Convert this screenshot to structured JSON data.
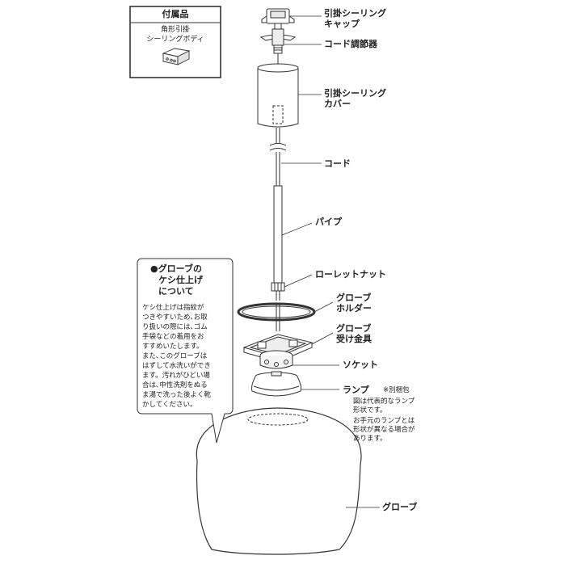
{
  "accessory_box": {
    "title": "付属品",
    "item_line1": "角形引掛",
    "item_line2": "シーリングボディ"
  },
  "labels": {
    "cap_line1": "引掛シーリング",
    "cap_line2": "キャップ",
    "cord_adjuster": "コード調節器",
    "cover_line1": "引掛シーリング",
    "cover_line2": "カバー",
    "cord": "コード",
    "pipe": "パイプ",
    "knurled_nut": "ローレットナット",
    "globe_holder_line1": "グローブ",
    "globe_holder_line2": "ホルダー",
    "globe_bracket_line1": "グローブ",
    "globe_bracket_line2": "受け金具",
    "socket": "ソケット",
    "lamp": "ランプ",
    "lamp_separate": "※別梱包",
    "lamp_note_lines": [
      "図は代表的なランプ",
      "形状です。",
      "お手元のランプとは",
      "形状が異なる場合が",
      "あります。"
    ],
    "globe": "グローブ"
  },
  "note": {
    "title_line1": "●グローブの",
    "title_line2": "ケシ仕上げ",
    "title_line3": "について",
    "body_lines": [
      "ケシ仕上げは指紋が",
      "つきやすいため､お取",
      "り扱いの際には､ゴム",
      "手袋などの着用をお",
      "すすめいたします。",
      "",
      "また､このグローブは",
      "はずして水洗いができ",
      "ます。汚れがひどい場",
      "合は､中性洗剤をぬる",
      "ま湯で洗った後よく乾",
      "かしてください。"
    ]
  }
}
